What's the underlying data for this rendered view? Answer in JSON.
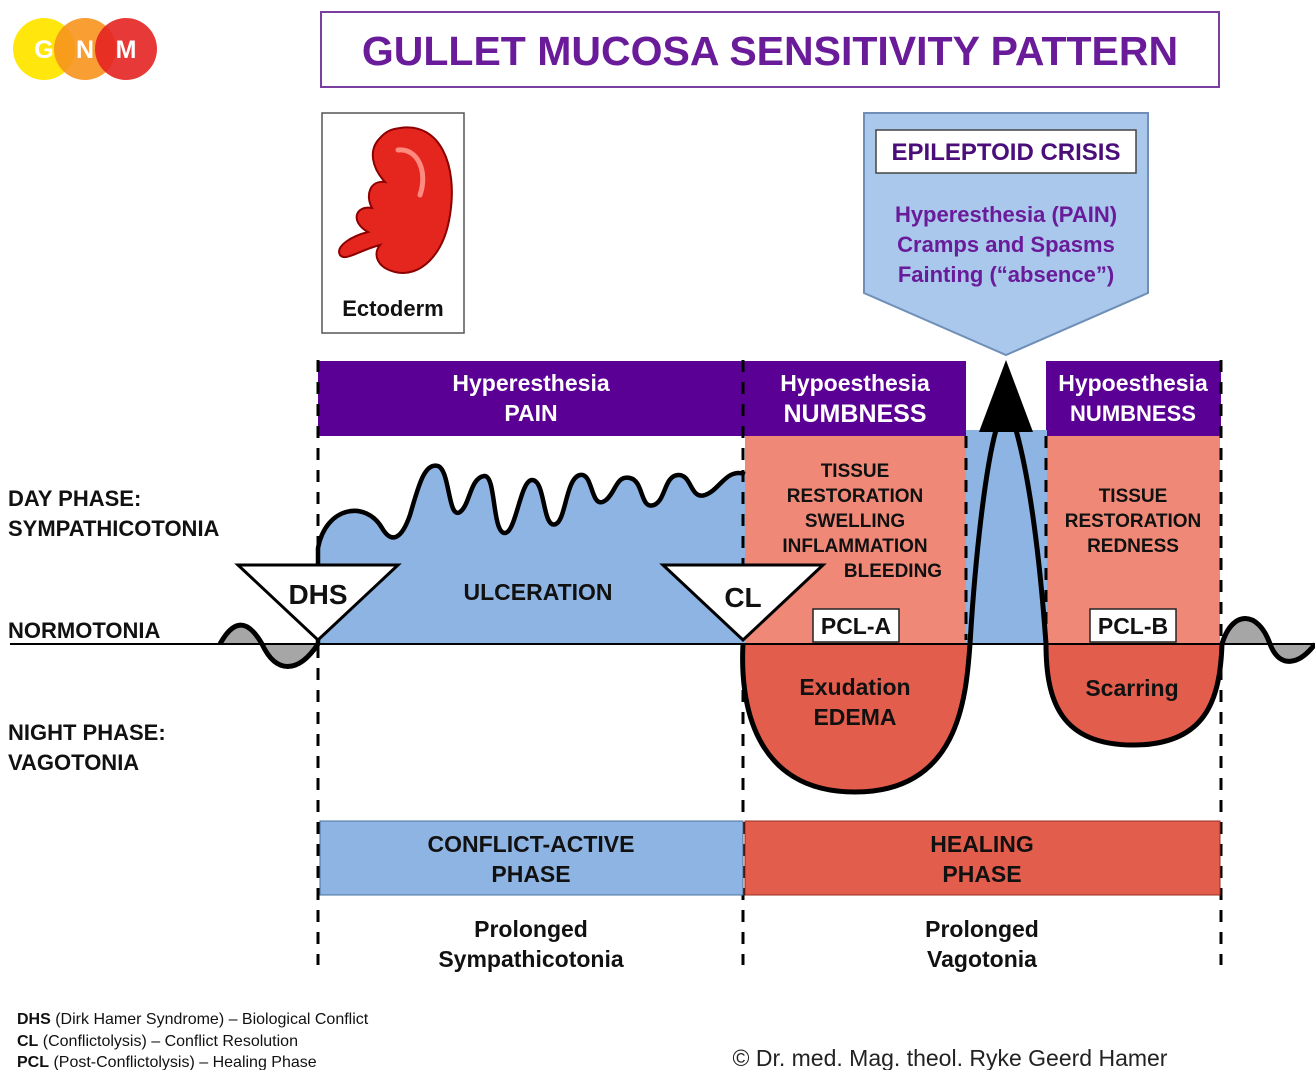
{
  "logo": {
    "letters": [
      "G",
      "N",
      "M"
    ]
  },
  "title": "GULLET MUCOSA SENSITIVITY PATTERN",
  "ectoderm": {
    "label": "Ectoderm",
    "icon": "embryo-icon"
  },
  "crisis": {
    "title": "EPILEPTOID CRISIS",
    "lines": [
      "Hyperesthesia (PAIN)",
      "Cramps and Spasms",
      "Fainting (“absence”)"
    ]
  },
  "headers": {
    "hyper": [
      "Hyperesthesia",
      "PAIN"
    ],
    "hypo_a": [
      "Hypoesthesia",
      "NUMBNESS"
    ],
    "hypo_b": [
      "Hypoesthesia",
      "NUMBNESS"
    ]
  },
  "left_labels": {
    "day": [
      "DAY PHASE:",
      "SYMPATHICOTONIA"
    ],
    "normo": "NORMOTONIA",
    "night": [
      "NIGHT PHASE:",
      "VAGOTONIA"
    ]
  },
  "diagram": {
    "dhs": "DHS",
    "cl": "CL",
    "ulceration": "ULCERATION",
    "pcl_a_text": [
      "TISSUE",
      "RESTORATION",
      "SWELLING",
      "INFLAMMATION",
      "BLEEDING"
    ],
    "pcl_b_text": [
      "TISSUE",
      "RESTORATION",
      "REDNESS"
    ],
    "pcl_a": "PCL-A",
    "pcl_b": "PCL-B",
    "exudation": [
      "Exudation",
      "EDEMA"
    ],
    "scarring": "Scarring"
  },
  "phases": {
    "active": [
      "CONFLICT-ACTIVE",
      "PHASE"
    ],
    "healing": [
      "HEALING",
      "PHASE"
    ]
  },
  "prolonged": {
    "symp": [
      "Prolonged",
      "Sympathicotonia"
    ],
    "vago": [
      "Prolonged",
      "Vagotonia"
    ]
  },
  "legend": [
    {
      "abbr": "DHS",
      "text": " (Dirk Hamer Syndrome) – Biological Conflict"
    },
    {
      "abbr": "CL",
      "text": " (Conflictolysis) – Conflict Resolution"
    },
    {
      "abbr": "PCL",
      "text": " (Post-Conflictolysis) – Healing Phase"
    }
  ],
  "copyright": "© Dr. med. Mag. theol. Ryke Geerd Hamer",
  "colors": {
    "purple": "#5b0094",
    "blue": "#8eb4e3",
    "salmon": "#f08878",
    "red": "#e35d4d",
    "crisis_blue": "#a9c8ec",
    "gray": "#a6a6a6",
    "title_purple": "#6a1b9a"
  }
}
